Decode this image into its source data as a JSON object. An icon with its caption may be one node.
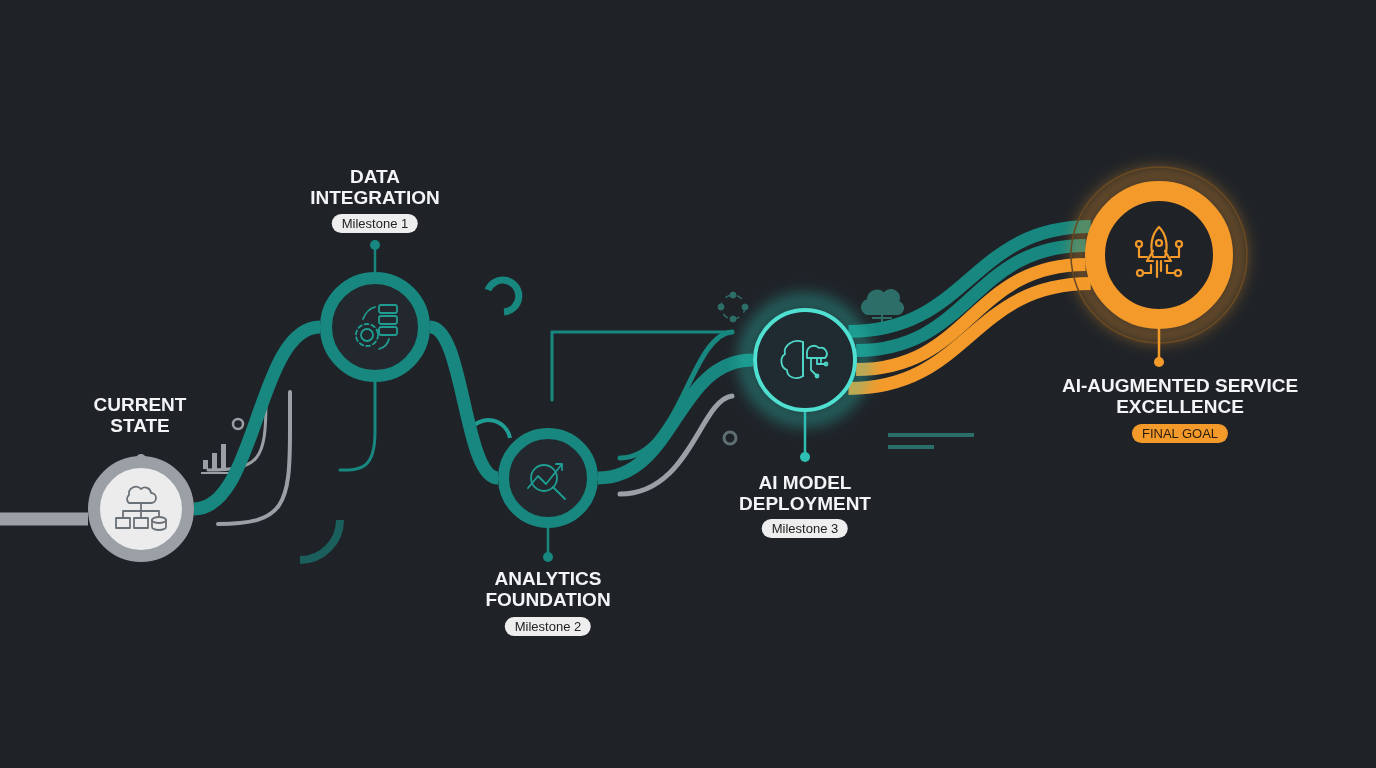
{
  "diagram": {
    "nodes": [
      {
        "text": [
          "CURRENT STATE"
        ]
      },
      {
        "text": [
          "DATA INTEGRATION",
          "Milestone 1"
        ]
      },
      {
        "text": [
          "ANALYTICS FOUNDATION",
          "Milestone 2"
        ]
      },
      {
        "text": [
          "AI MODEL DEPLOYMENT",
          "Milestone 3"
        ]
      },
      {
        "text": [
          "AI-AUGMENTED SERVICE EXCELLENCE",
          "FINAL GOAL"
        ]
      }
    ],
    "edges": [
      {
        "from": null,
        "to": 0,
        "arrow": "none",
        "color": "#9aa0a6"
      },
      {
        "from": 0,
        "to": 1,
        "arrow": "none"
      },
      {
        "from": 1,
        "to": 2,
        "arrow": "none"
      },
      {
        "from": 2,
        "to": 3,
        "arrow": "none"
      },
      {
        "from": 3,
        "to": 4,
        "arrow": "none"
      },
      {
        "from": 3,
        "to": 4,
        "arrow": "none"
      },
      {
        "from": 3,
        "to": 4,
        "arrow": "none",
        "color": "#f39a2b"
      },
      {
        "from": 3,
        "to": 4,
        "arrow": "none",
        "color": "#f39a2b"
      }
    ]
  }
}
